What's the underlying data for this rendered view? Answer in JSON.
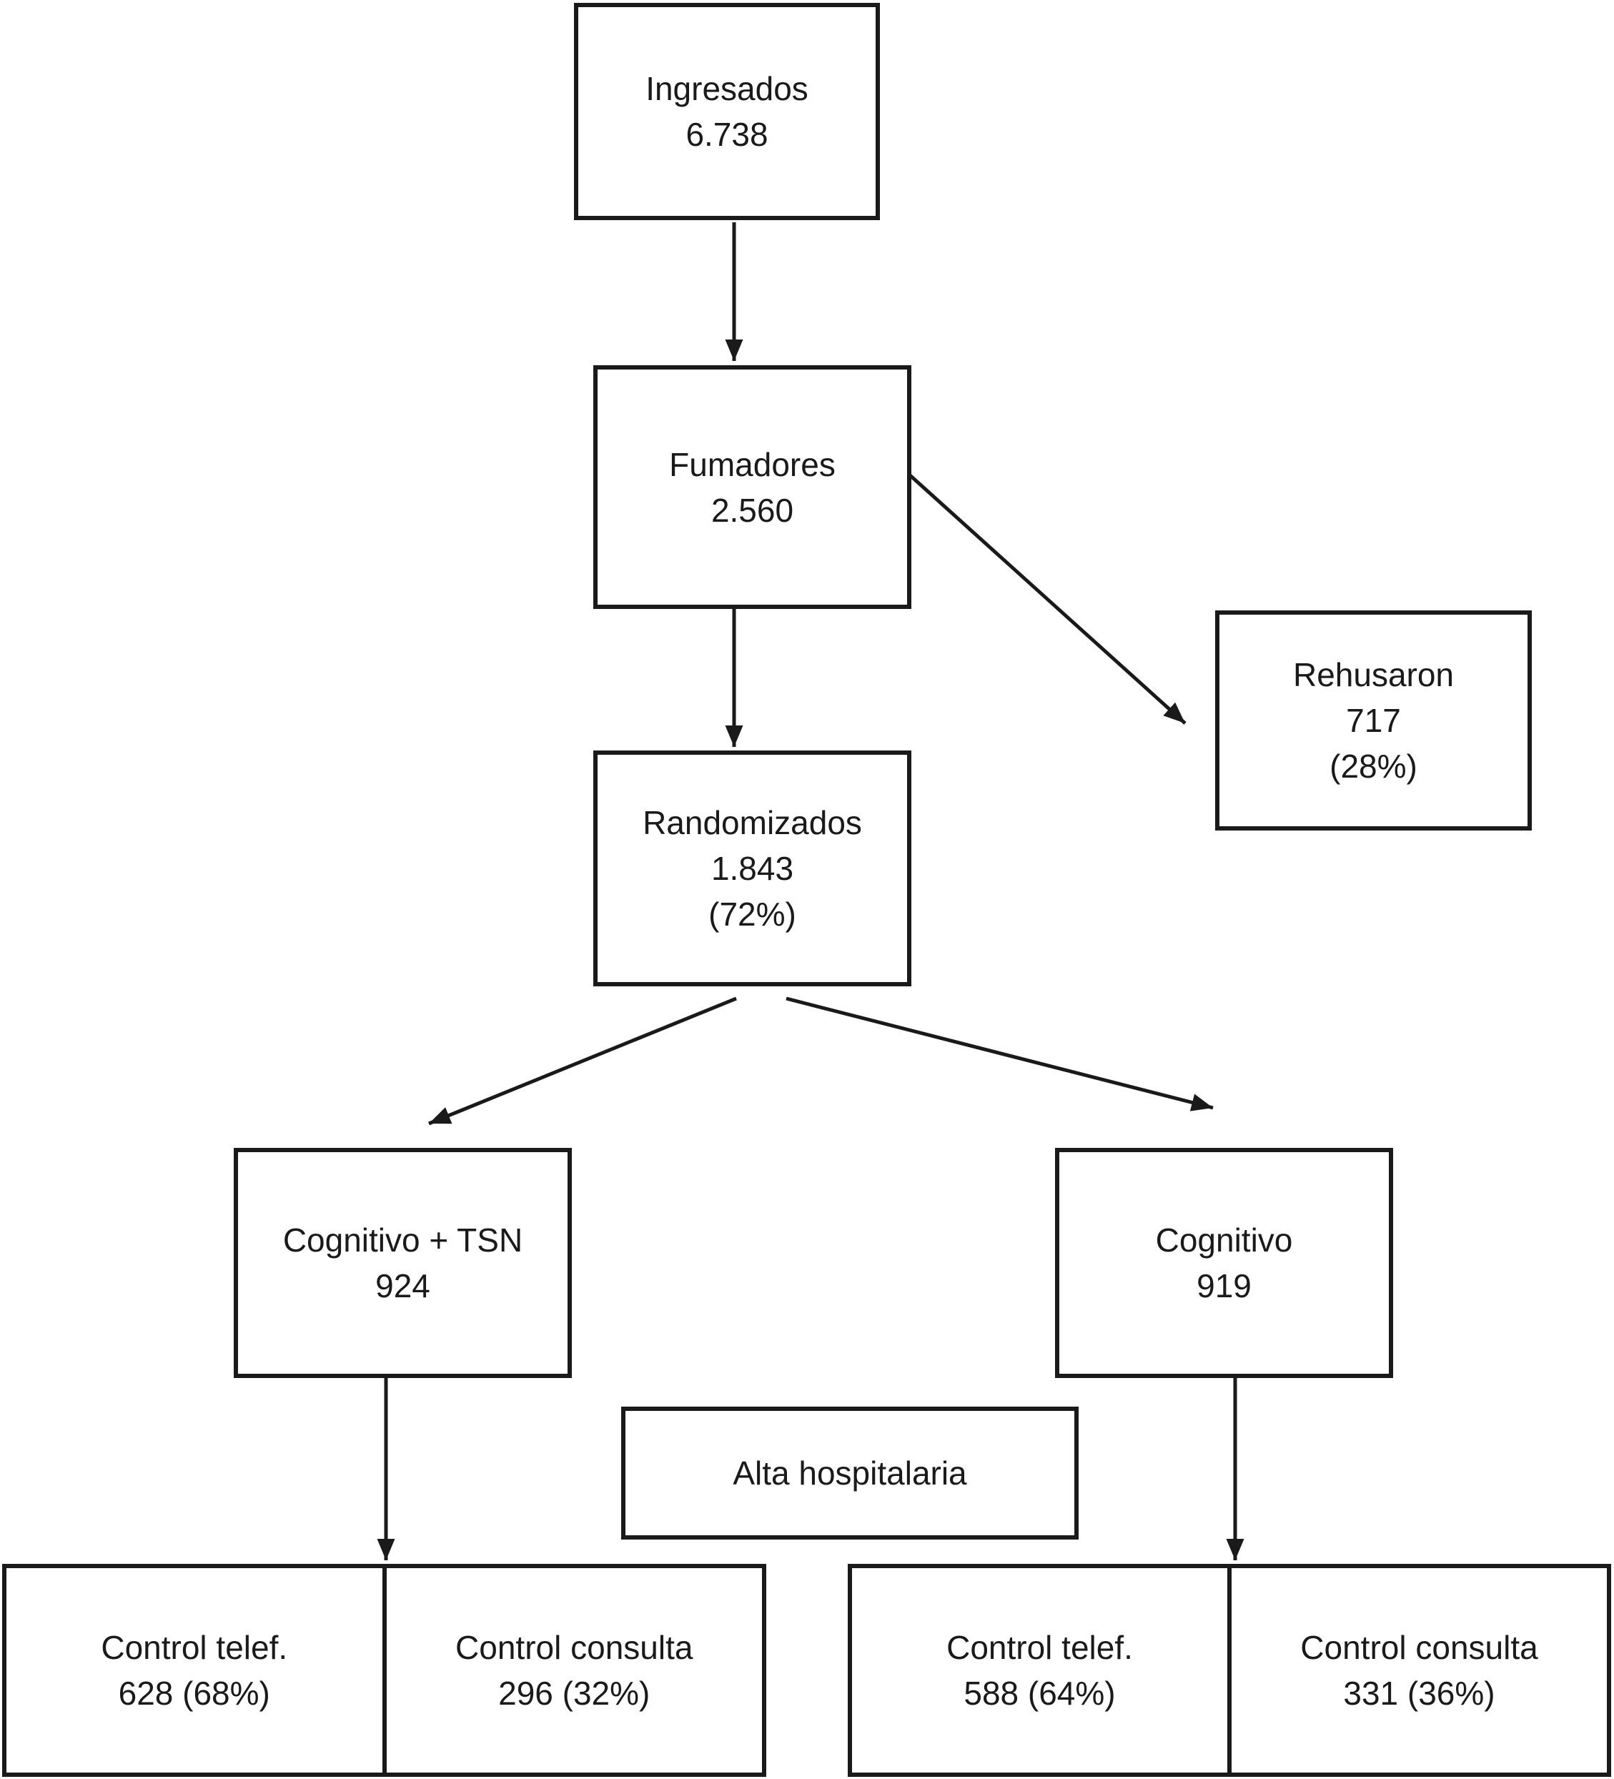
{
  "nodes": {
    "ingresados": {
      "line1": "Ingresados",
      "line2": "6.738"
    },
    "fumadores": {
      "line1": "Fumadores",
      "line2": "2.560"
    },
    "rehusaron": {
      "line1": "Rehusaron",
      "line2": "717",
      "line3": "(28%)"
    },
    "randomizados": {
      "line1": "Randomizados",
      "line2": "1.843",
      "line3": "(72%)"
    },
    "cognitivo_tsn": {
      "line1": "Cognitivo + TSN",
      "line2": "924"
    },
    "cognitivo": {
      "line1": "Cognitivo",
      "line2": "919"
    },
    "alta_hospitalaria": {
      "line1": "Alta hospitalaria"
    },
    "control_telef_tsn": {
      "line1": "Control telef.",
      "line2": "628 (68%)"
    },
    "control_consulta_tsn": {
      "line1": "Control consulta",
      "line2": "296 (32%)"
    },
    "control_telef_cog": {
      "line1": "Control telef.",
      "line2": "588 (64%)"
    },
    "control_consulta_cog": {
      "line1": "Control consulta",
      "line2": "331 (36%)"
    }
  },
  "edges": [
    {
      "from": "ingresados",
      "to": "fumadores"
    },
    {
      "from": "fumadores",
      "to": "rehusaron"
    },
    {
      "from": "fumadores",
      "to": "randomizados"
    },
    {
      "from": "randomizados",
      "to": "cognitivo_tsn"
    },
    {
      "from": "randomizados",
      "to": "cognitivo"
    },
    {
      "from": "cognitivo_tsn",
      "to": "controls_tsn"
    },
    {
      "from": "cognitivo",
      "to": "controls_cog"
    }
  ],
  "colors": {
    "line": "#1a1a1a",
    "text": "#1a1a1a",
    "background": "#ffffff"
  }
}
